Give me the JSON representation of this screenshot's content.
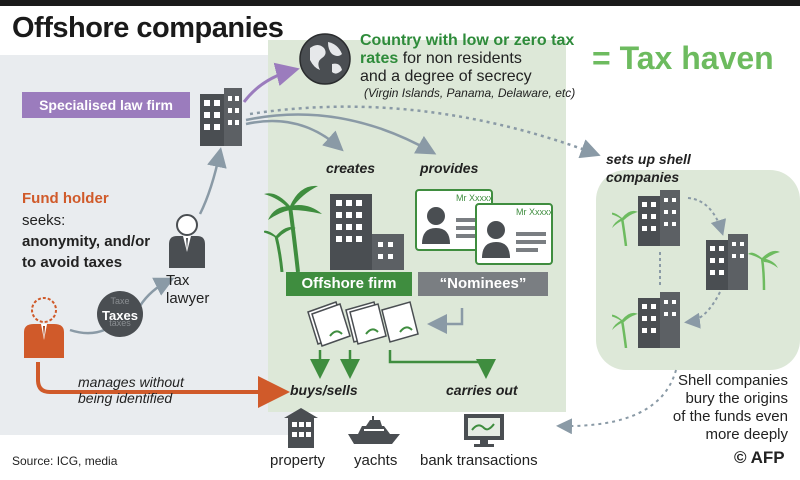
{
  "title": "Offshore companies",
  "country": {
    "line1_green": "Country with low or zero tax",
    "line2_green": "rates",
    "line2_rest": " for non residents",
    "line3": "and a degree of secrecy",
    "examples": "(Virgin Islands, Panama, Delaware, etc)"
  },
  "equals_label": "= Tax haven",
  "law_firm_label": "Specialised law firm",
  "fund_holder": {
    "title": "Fund holder",
    "seeks_1": "seeks:",
    "seeks_2": "anonymity, and/or",
    "seeks_3": "to avoid taxes"
  },
  "taxes_label": "Taxes",
  "tax_lawyer_1": "Tax",
  "tax_lawyer_2": "lawyer",
  "creates_label": "creates",
  "provides_label": "provides",
  "sets_up_1": "sets up shell",
  "sets_up_2": "companies",
  "offshore_firm_label": "Offshore firm",
  "nominees_label": "“Nominees”",
  "nominee_card_text": "Mr Xxxxx",
  "manages_1": "manages without",
  "manages_2": "being identified",
  "buys_sells_label": "buys/sells",
  "carries_out_label": "carries out",
  "shell_text": {
    "line1": "Shell companies",
    "line2": "bury the origins",
    "line3": "of the funds even",
    "line4": "more deeply"
  },
  "bottom_labels": {
    "property": "property",
    "yachts": "yachts",
    "bank": "bank transactions"
  },
  "source": "Source: ICG, media",
  "credit": "© AFP",
  "colors": {
    "green_text": "#2e8b3a",
    "tax_haven": "#6dbb5f",
    "purple": "#9b7cbd",
    "orange": "#d05a2a",
    "offshore_green": "#3f8d3f",
    "nominee_grey": "#7a7e82"
  },
  "icons": [
    "globe-icon",
    "building-icon",
    "palm-tree-icon",
    "person-icon",
    "lawyer-icon",
    "documents-icon",
    "id-card-icon",
    "house-icon",
    "yacht-icon",
    "computer-icon"
  ]
}
